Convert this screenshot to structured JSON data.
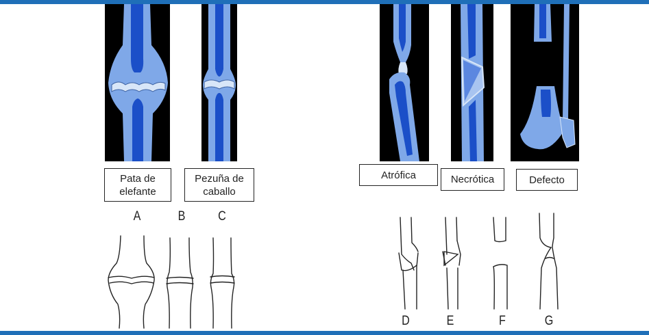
{
  "labels": {
    "a": "Pata de elefante",
    "c": "Pezuña de caballo",
    "d": "Atrófica",
    "e": "Necrótica",
    "g": "Defecto"
  },
  "letters": [
    "A",
    "B",
    "C",
    "D",
    "E",
    "F",
    "G"
  ],
  "colors": {
    "bone_light": "#7fa8e8",
    "bone_mid": "#5b87e0",
    "marrow": "#1b4fc8",
    "background_panel": "#000000",
    "accent_bar": "#1f6fb8"
  }
}
